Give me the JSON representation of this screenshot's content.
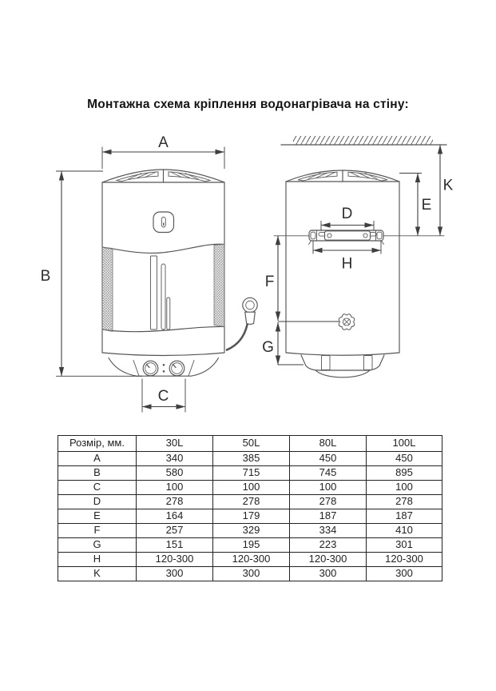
{
  "title": "Монтажна схема кріплення водонагрівача на стіну:",
  "diagram": {
    "line_color": "#555555",
    "dimension_color": "#3f3f3f",
    "labels": {
      "A": "A",
      "B": "B",
      "C": "C",
      "D": "D",
      "E": "E",
      "F": "F",
      "G": "G",
      "H": "H",
      "K": "K"
    }
  },
  "table": {
    "header": [
      "Розмір, мм.",
      "30L",
      "50L",
      "80L",
      "100L"
    ],
    "rows": [
      {
        "label": "A",
        "values": [
          "340",
          "385",
          "450",
          "450"
        ]
      },
      {
        "label": "B",
        "values": [
          "580",
          "715",
          "745",
          "895"
        ]
      },
      {
        "label": "C",
        "values": [
          "100",
          "100",
          "100",
          "100"
        ]
      },
      {
        "label": "D",
        "values": [
          "278",
          "278",
          "278",
          "278"
        ]
      },
      {
        "label": "E",
        "values": [
          "164",
          "179",
          "187",
          "187"
        ]
      },
      {
        "label": "F",
        "values": [
          "257",
          "329",
          "334",
          "410"
        ]
      },
      {
        "label": "G",
        "values": [
          "151",
          "195",
          "223",
          "301"
        ]
      },
      {
        "label": "H",
        "values": [
          "120-300",
          "120-300",
          "120-300",
          "120-300"
        ]
      },
      {
        "label": "K",
        "values": [
          "300",
          "300",
          "300",
          "300"
        ]
      }
    ]
  }
}
